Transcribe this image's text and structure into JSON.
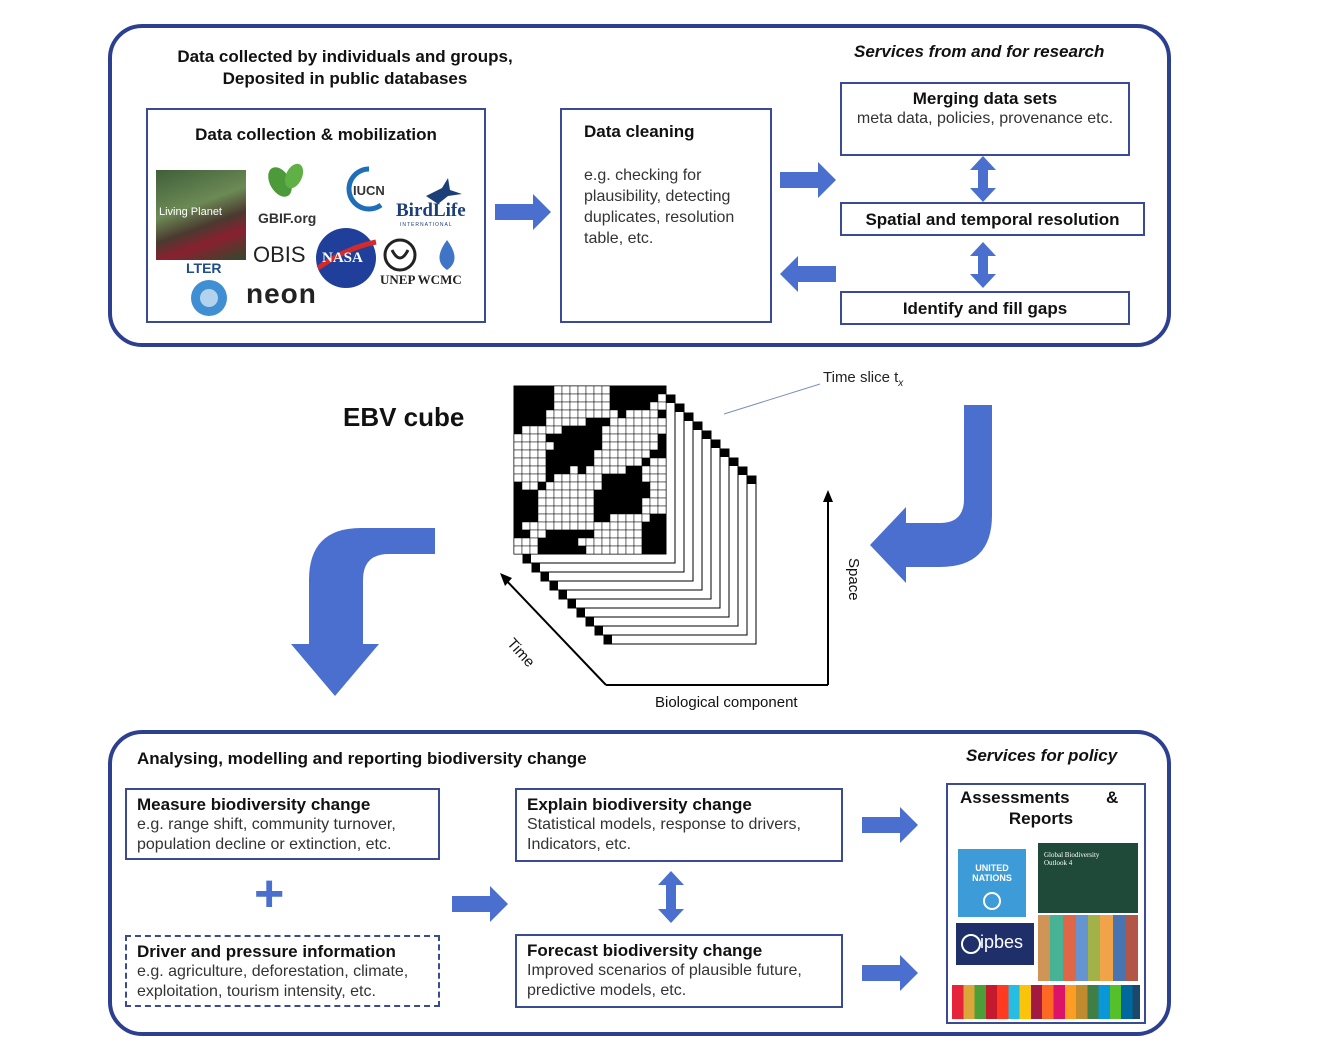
{
  "top_panel": {
    "heading_line1": "Data collected by individuals and groups,",
    "heading_line2": "Deposited in public databases",
    "services_title": "Services from and for research",
    "collection_box": {
      "title": "Data collection & mobilization",
      "logos": {
        "living_planet": "Living Planet",
        "gbif": "GBIF.org",
        "iucn": "IUCN",
        "birdlife": "BirdLife",
        "birdlife_sub": "INTERNATIONAL",
        "obis": "OBIS",
        "nasa": "NASA",
        "unep": "UNEP WCMC",
        "lter": "LTER",
        "neon": "neon"
      }
    },
    "cleaning_box": {
      "title": "Data cleaning",
      "body": "e.g. checking for plausibility, detecting duplicates, resolution table, etc."
    },
    "merging_box": {
      "title": "Merging data sets",
      "body": "meta data, policies, provenance etc."
    },
    "resolution_box": {
      "title": "Spatial and temporal resolution"
    },
    "gaps_box": {
      "title": "Identify and fill gaps"
    }
  },
  "cube": {
    "title": "EBV cube",
    "time_slice_label": "Time slice t",
    "time_slice_sub": "x",
    "axis_time": "Time",
    "axis_space": "Space",
    "axis_bio": "Biological component"
  },
  "bottom_panel": {
    "heading": "Analysing, modelling and reporting biodiversity change",
    "services_title": "Services for policy",
    "measure_box": {
      "title": "Measure biodiversity change",
      "line1": "e.g. range shift, community turnover,",
      "line2": "population decline or extinction, etc."
    },
    "plus": "+",
    "driver_box": {
      "title": "Driver and pressure information",
      "line1": "e.g. agriculture, deforestation, climate,",
      "line2": "exploitation, tourism intensity, etc."
    },
    "explain_box": {
      "title": "Explain biodiversity change",
      "line1": "Statistical models, response to drivers,",
      "line2": "Indicators, etc."
    },
    "forecast_box": {
      "title": "Forecast biodiversity change",
      "line1": "Improved scenarios of plausible future,",
      "line2": "predictive models, etc."
    },
    "reports_box": {
      "title_a": "Assessments",
      "title_amp": "&",
      "title_b": "Reports",
      "un_label_1": "UNITED",
      "un_label_2": "NATIONS",
      "gbo_label_1": "Global Biodiversity",
      "gbo_label_2": "Outlook 4",
      "ipbes": "ipbes"
    }
  },
  "colors": {
    "panel_border": "#2d3f8f",
    "arrow_blue": "#4a6fcf",
    "box_border": "#3a4a94"
  }
}
